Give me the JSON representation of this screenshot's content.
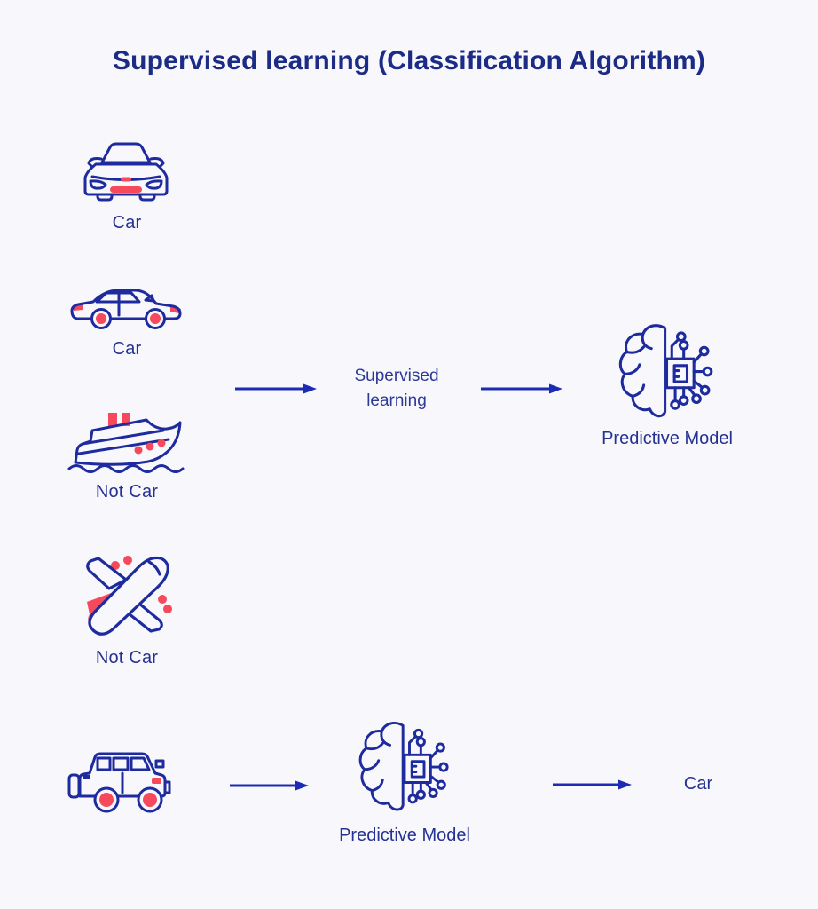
{
  "title": "Supervised learning (Classification Algorithm)",
  "colors": {
    "background": "#f7f7fc",
    "navy_outline": "#1e2b9e",
    "text_navy": "#253292",
    "arrow_blue": "#1c2bb4",
    "accent_red": "#f6495c"
  },
  "training_set": [
    {
      "icon": "car-front-icon",
      "label": "Car"
    },
    {
      "icon": "car-side-icon",
      "label": "Car"
    },
    {
      "icon": "ship-icon",
      "label": "Not Car"
    },
    {
      "icon": "airplane-icon",
      "label": "Not Car"
    }
  ],
  "training_flow": {
    "process_line1": "Supervised",
    "process_line2": "learning",
    "model_icon": "brain-chip-icon",
    "model_label": "Predictive Model"
  },
  "prediction_flow": {
    "input_icon": "suv-icon",
    "model_icon": "brain-chip-icon",
    "model_label": "Predictive Model",
    "output_label": "Car"
  }
}
